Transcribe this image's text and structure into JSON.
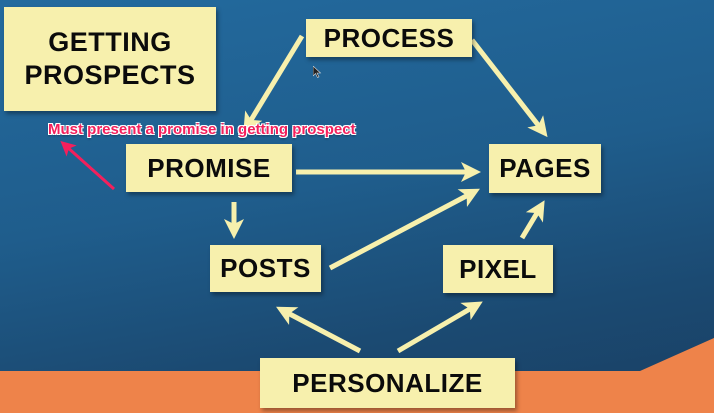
{
  "diagram": {
    "title_line1": "GETTING",
    "title_line2": "PROSPECTS",
    "annotation": "Must present a promise in getting prospect",
    "nodes": {
      "process": "PROCESS",
      "promise": "PROMISE",
      "pages": "PAGES",
      "posts": "POSTS",
      "pixel": "PIXEL",
      "personalize": "PERSONALIZE"
    },
    "edges": [
      {
        "from": "PROCESS",
        "to": "PROMISE"
      },
      {
        "from": "PROCESS",
        "to": "PAGES"
      },
      {
        "from": "PROMISE",
        "to": "PAGES"
      },
      {
        "from": "PROMISE",
        "to": "POSTS"
      },
      {
        "from": "POSTS",
        "to": "PAGES"
      },
      {
        "from": "PIXEL",
        "to": "PAGES"
      },
      {
        "from": "PERSONALIZE",
        "to": "POSTS"
      },
      {
        "from": "PERSONALIZE",
        "to": "PIXEL"
      }
    ],
    "colors": {
      "background": "#1f5d8c",
      "box_fill": "#f7f0ad",
      "arrow": "#f7f0ad",
      "annotation": "#f4205c",
      "footer": "#ee834a"
    }
  }
}
